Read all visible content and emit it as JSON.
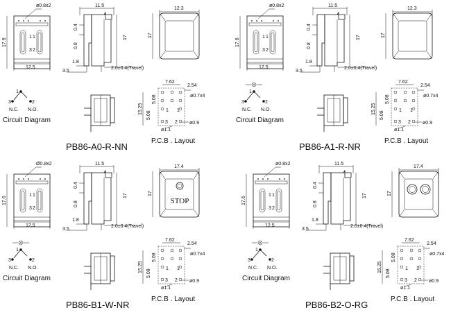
{
  "parts": [
    {
      "part_number": "PB86-A0-R-NN",
      "pin_hole": "ø0.8x2",
      "front_width": "12.5",
      "front_height": "17.6",
      "side_top": "11.5",
      "side_gap1": "0.4",
      "side_gap2": "0.8",
      "side_height": "17",
      "side_base1": "1.8",
      "side_base2": "3.5",
      "travel": "2.0±0.4(Travel)",
      "cap_width": "12.3",
      "cap_height": "17",
      "cap_text": "",
      "cap_lamps": 0,
      "pcb_pitch_x": "7.62",
      "pcb_pitch_small": "2.54",
      "pcb_hole_main": "ø0.7x4",
      "pcb_height": "15.25",
      "pcb_left": "5.08",
      "pcb_left2": "5.08",
      "pcb_hole_small": "ø0.9",
      "pcb_hole_mount": "ø1.1",
      "pin_label_1": "1",
      "pin_label_2": "2",
      "pin_label_3": "3",
      "nc_label": "N.C.",
      "no_label": "N.O.",
      "circuit_caption": "Circuit Diagram",
      "pcb_caption": "P.C.B . Layout",
      "lamp_top": false
    },
    {
      "part_number": "PB86-A1-R-NR",
      "pin_hole": "ø0.8x2",
      "front_width": "12.5",
      "front_height": "17.6",
      "side_top": "11.5",
      "side_gap1": "0.4",
      "side_gap2": "0.8",
      "side_height": "17",
      "side_base1": "1.8",
      "side_base2": "3.5",
      "travel": "2.0±0.4(Travel)",
      "cap_width": "12.3",
      "cap_height": "17",
      "cap_text": "",
      "cap_lamps": 0,
      "pcb_pitch_x": "7.62",
      "pcb_pitch_small": "2.54",
      "pcb_hole_main": "ø0.7x4",
      "pcb_height": "15.25",
      "pcb_left": "5.08",
      "pcb_left2": "5.08",
      "pcb_hole_small": "ø0.9",
      "pcb_hole_mount": "ø1.1",
      "pin_label_1": "1",
      "pin_label_2": "2",
      "pin_label_3": "3",
      "nc_label": "N.C.",
      "no_label": "N.O.",
      "circuit_caption": "Circuit Diagram",
      "pcb_caption": "P.C.B . Layout",
      "lamp_top": true
    },
    {
      "part_number": "PB86-B1-W-NR",
      "pin_hole": "Ø0.8x2",
      "front_width": "12.5",
      "front_height": "17.6",
      "side_top": "11.5",
      "side_gap1": "0.4",
      "side_gap2": "0.8",
      "side_height": "17",
      "side_base1": "1.8",
      "side_base2": "3.5",
      "travel": "2.0±0.4(Travel)",
      "cap_width": "17.4",
      "cap_height": "17",
      "cap_text": "STOP",
      "cap_lamps": 1,
      "pcb_pitch_x": "7.62",
      "pcb_pitch_small": "2.54",
      "pcb_hole_main": "ø0.7x4",
      "pcb_height": "15.25",
      "pcb_left": "5.08",
      "pcb_left2": "5.08",
      "pcb_hole_small": "ø0.9",
      "pcb_hole_mount": "ø1.1",
      "pin_label_1": "1",
      "pin_label_2": "2",
      "pin_label_3": "3",
      "nc_label": "N.C.",
      "no_label": "N.O.",
      "circuit_caption": "Circuit Diagram",
      "pcb_caption": "P.C.B . Layout",
      "lamp_top": true
    },
    {
      "part_number": "PB86-B2-O-RG",
      "pin_hole": "ø0.8x2",
      "front_width": "12.5",
      "front_height": "17.6",
      "side_top": "11.5",
      "side_gap1": "0.4",
      "side_gap2": "0.8",
      "side_height": "17",
      "side_base1": "1.8",
      "side_base2": "3.5",
      "travel": "2.0±0.4(Travel)",
      "cap_width": "17.4",
      "cap_height": "17",
      "cap_text": "",
      "cap_lamps": 2,
      "pcb_pitch_x": "7.62",
      "pcb_pitch_small": "2.54",
      "pcb_hole_main": "ø0.7x4",
      "pcb_height": "15.25",
      "pcb_left": "5.08",
      "pcb_left2": "5.08",
      "pcb_hole_small": "ø0.9",
      "pcb_hole_mount": "ø1.1",
      "pin_label_1": "1",
      "pin_label_2": "2",
      "pin_label_3": "3",
      "nc_label": "N.C.",
      "no_label": "N.O.",
      "circuit_caption": "Circuit Diagram",
      "pcb_caption": "P.C.B . Layout",
      "lamp_top": true
    }
  ]
}
